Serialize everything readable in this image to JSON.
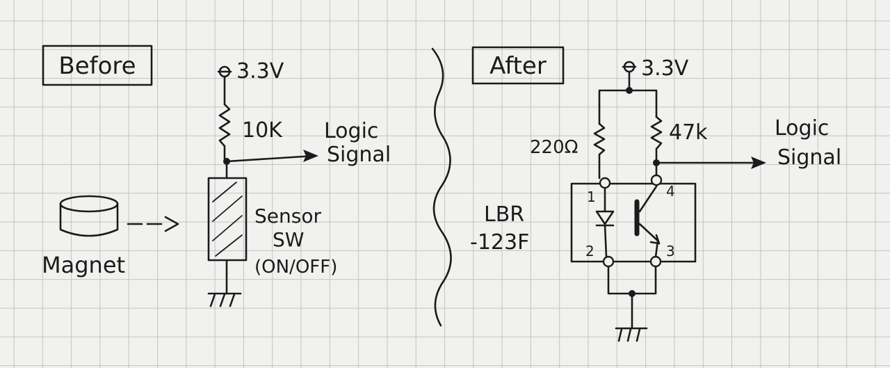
{
  "before": {
    "title": "Before",
    "supply_label": "3.3V",
    "resistor_label": "10K",
    "output_label_line1": "Logic",
    "output_label_line2": "Signal",
    "sensor_label_line1": "Sensor",
    "sensor_label_line2": "SW",
    "sensor_label_line3": "(ON/OFF)",
    "magnet_label": "Magnet"
  },
  "after": {
    "title": "After",
    "supply_label": "3.3V",
    "resistor_led_label": "220Ω",
    "resistor_pullup_label": "47k",
    "output_label_line1": "Logic",
    "output_label_line2": "Signal",
    "part_label_line1": "LBR",
    "part_label_line2": "-123F",
    "pin1": "1",
    "pin2": "2",
    "pin3": "3",
    "pin4": "4"
  },
  "colors": {
    "paper": "#f1f1ef",
    "grid": "#c3c3c3",
    "ink": "#1b1b1b"
  }
}
